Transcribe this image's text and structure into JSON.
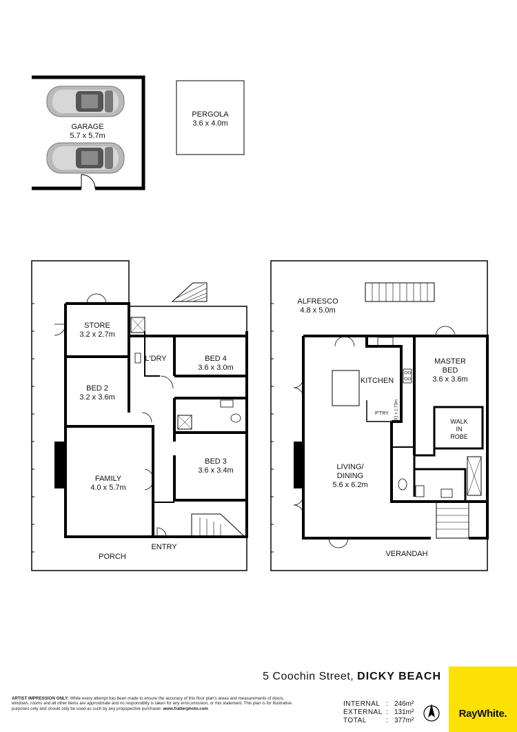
{
  "rooms": {
    "garage": {
      "name": "GARAGE",
      "size": "5.7 x 5.7m"
    },
    "pergola": {
      "name": "PERGOLA",
      "size": "3.6 x 4.0m"
    },
    "store": {
      "name": "STORE",
      "size": "3.2 x 2.7m"
    },
    "laundry": {
      "name": "L'DRY"
    },
    "bed4": {
      "name": "BED 4",
      "size": "3.6 x 3.0m"
    },
    "bed2": {
      "name": "BED 2",
      "size": "3.2 x 3.6m"
    },
    "bed3": {
      "name": "BED 3",
      "size": "3.6 x 3.4m"
    },
    "family": {
      "name": "FAMILY",
      "size": "4.0 x 5.7m"
    },
    "porch": {
      "name": "PORCH"
    },
    "entry": {
      "name": "ENTRY"
    },
    "alfresco": {
      "name": "ALFRESCO",
      "size": "4.8 x 5.0m"
    },
    "kitchen": {
      "name": "KITCHEN"
    },
    "pantry": {
      "name": "P'TRY",
      "size": "1.91 x 1.73m"
    },
    "master": {
      "name": "MASTER",
      "name2": "BED",
      "size": "3.6 x 3.6m"
    },
    "walkin": {
      "line1": "WALK",
      "line2": "IN",
      "line3": "ROBE"
    },
    "living": {
      "name": "LIVING/",
      "name2": "DINING",
      "size": "5.6 x 6.2m"
    },
    "verandah": {
      "name": "VERANDAH"
    }
  },
  "footer": {
    "address": "5 Coochin Street,",
    "suburb": "DICKY BEACH",
    "disclaimer_title": "ARTIST IMPRESSION ONLY:",
    "disclaimer_text": "While every attempt has been made to ensure the accuracy of this floor plan's areas and measurements of doors, windows, rooms and all other items are approximate and no responsiblity is taken for any error,omission, or mis statement. This plan is for illustrative purposes only and should only be used as such by any propspective purchaser.",
    "website": "www.fratterphoto.com",
    "areas": [
      {
        "label": "INTERNAL",
        "value": "246m²"
      },
      {
        "label": "EXTERNAL",
        "value": "131m²"
      },
      {
        "label": "TOTAL",
        "value": "377m²"
      }
    ]
  },
  "brand": {
    "name": "RayWhite.",
    "color": "#fbe105"
  },
  "icons": {
    "north": "north-arrow-icon"
  }
}
